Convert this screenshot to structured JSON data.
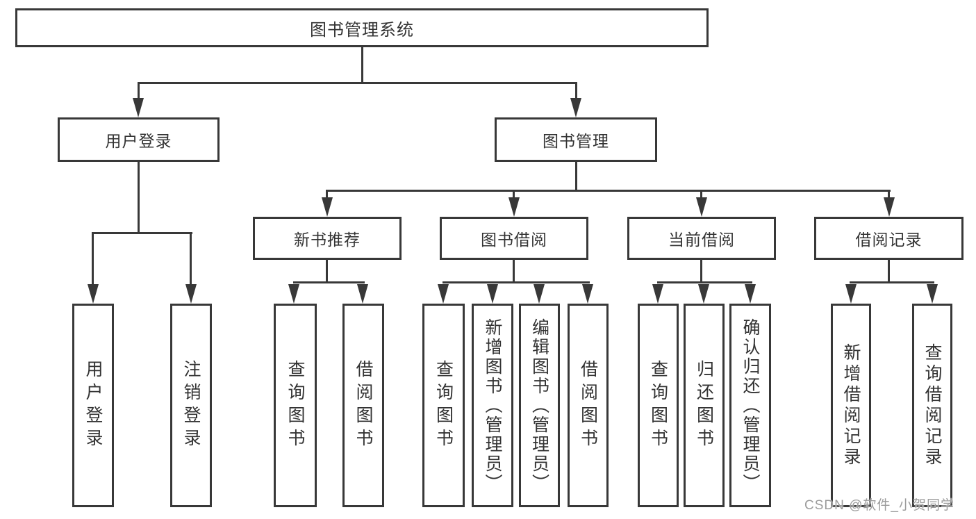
{
  "diagram": {
    "title": "图书管理系统",
    "level2": {
      "user_login": "用户登录",
      "book_mgmt": "图书管理"
    },
    "level3": {
      "new_books": "新书推荐",
      "book_borrow": "图书借阅",
      "current_borrow": "当前借阅",
      "borrow_records": "借阅记录"
    },
    "leaves": {
      "user": [
        "用户登录",
        "注销登录"
      ],
      "new_books": [
        "查询图书",
        "借阅图书"
      ],
      "book_borrow": [
        "查询图书",
        "新增图书（管理员）",
        "编辑图书（管理员）",
        "借阅图书"
      ],
      "current_borrow": [
        "查询图书",
        "归还图书",
        "确认归还（管理员）"
      ],
      "borrow_records": [
        "新增借阅记录",
        "查询借阅记录"
      ]
    }
  },
  "watermark": "CSDN @软件_小贺同学",
  "colors": {
    "line": "#383838",
    "text": "#333333",
    "watermark": "#9c9c9c",
    "background": "#ffffff"
  }
}
